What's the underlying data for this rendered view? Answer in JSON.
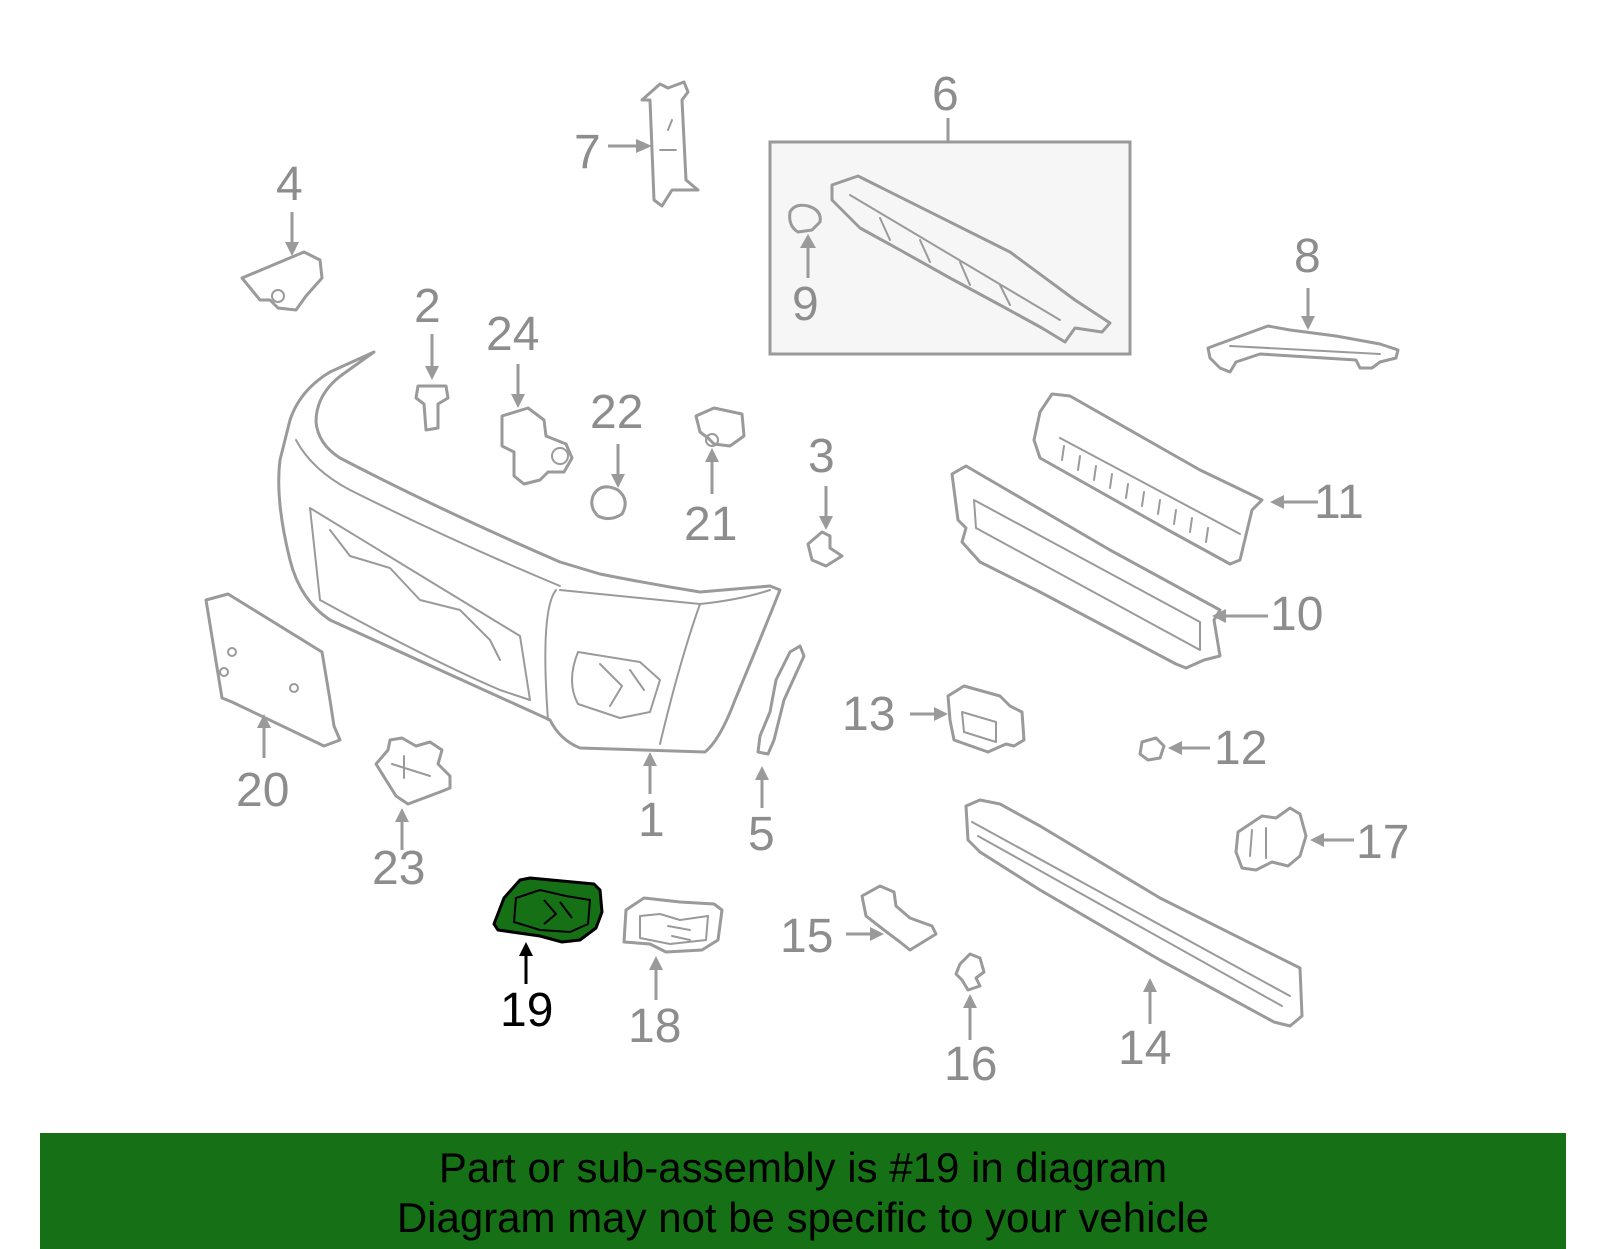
{
  "diagram": {
    "highlighted_part": "19",
    "highlight_color": "#167015",
    "callouts": [
      "1",
      "2",
      "3",
      "4",
      "5",
      "6",
      "7",
      "8",
      "9",
      "10",
      "11",
      "12",
      "13",
      "14",
      "15",
      "16",
      "17",
      "18",
      "19",
      "20",
      "21",
      "22",
      "23",
      "24"
    ]
  },
  "footer": {
    "line1": "Part or sub-assembly is #19 in diagram",
    "line2": "Diagram may not be specific to your vehicle",
    "background": "#167015"
  }
}
